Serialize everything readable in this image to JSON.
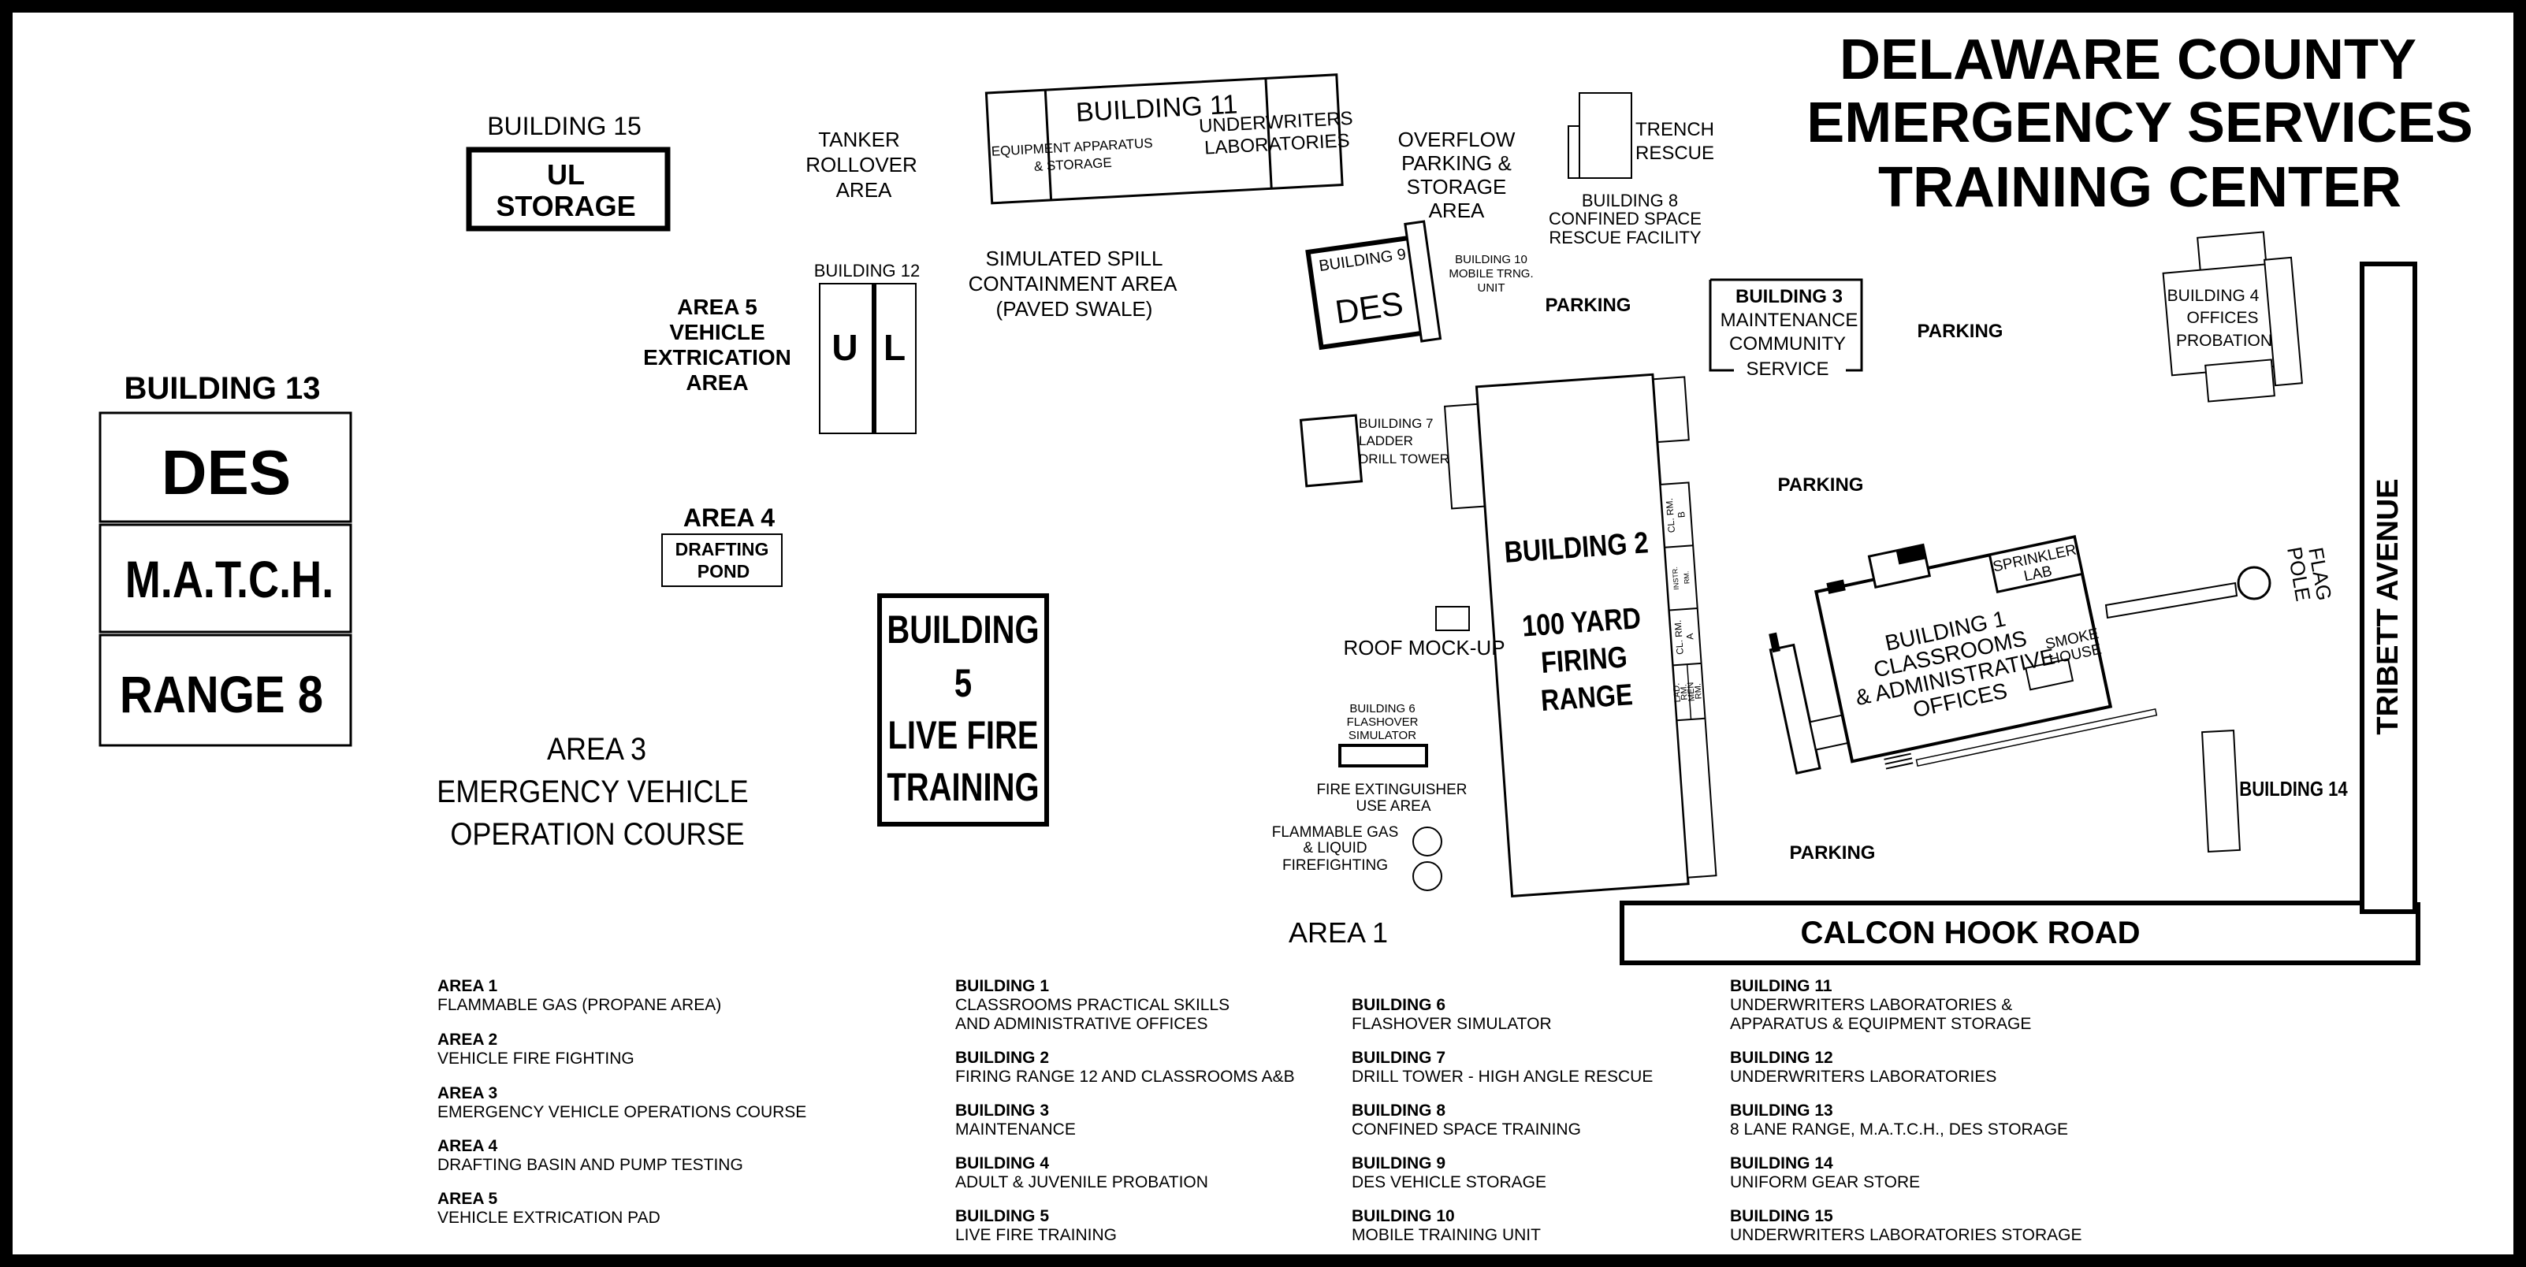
{
  "title": [
    "DELAWARE COUNTY",
    "EMERGENCY  SERVICES",
    "TRAINING CENTER"
  ],
  "roads": {
    "calcon": "CALCON HOOK ROAD",
    "tribett": "TRIBETT AVENUE"
  },
  "labels": {
    "b15_title": "BUILDING 15",
    "b15_box": [
      "UL",
      "STORAGE"
    ],
    "tanker": [
      "TANKER",
      "ROLLOVER",
      "AREA"
    ],
    "b11_title": "BUILDING 11",
    "b11_left": [
      "EQUIPMENT APPARATUS",
      "& STORAGE"
    ],
    "b11_right": [
      "UNDERWRITERS",
      "LABORATORIES"
    ],
    "overflow": [
      "OVERFLOW",
      "PARKING &",
      "STORAGE",
      "AREA"
    ],
    "trench": [
      "TRENCH",
      "RESCUE"
    ],
    "b8": [
      "BUILDING 8",
      "CONFINED SPACE",
      "RESCUE FACILITY"
    ],
    "b13_title": "BUILDING 13",
    "b13_cells": [
      "DES",
      "M.A.T.C.H.",
      "RANGE 8"
    ],
    "b12_title": "BUILDING 12",
    "b12_letters": [
      "U",
      "L"
    ],
    "spill": [
      "SIMULATED SPILL",
      "CONTAINMENT AREA",
      "(PAVED SWALE)"
    ],
    "b9_title": "BUILDING 9",
    "b9_des": "DES",
    "b10": [
      "BUILDING 10",
      "MOBILE TRNG.",
      "UNIT"
    ],
    "area5": [
      "AREA 5",
      "VEHICLE",
      "EXTRICATION",
      "AREA"
    ],
    "parking": "PARKING",
    "b3": [
      "BUILDING 3",
      "MAINTENANCE",
      "COMMUNITY",
      "SERVICE"
    ],
    "b4": [
      "BUILDING 4",
      "OFFICES",
      "PROBATION"
    ],
    "b7": [
      "BUILDING 7",
      "LADDER",
      "DRILL TOWER"
    ],
    "area4_title": "AREA 4",
    "area4_box": [
      "DRAFTING",
      "POND"
    ],
    "b5": [
      "BUILDING",
      "5",
      "LIVE FIRE",
      "TRAINING"
    ],
    "b2": [
      "BUILDING 2",
      "100 YARD",
      "FIRING",
      "RANGE"
    ],
    "cl_rm_b": [
      "CL. RM.",
      "B"
    ],
    "instr_rm": [
      "INSTR.",
      "RM."
    ],
    "cl_rm_a": [
      "CL. RM.",
      "A"
    ],
    "lad_rm": [
      "LAD.",
      "RM."
    ],
    "men_rm": [
      "MEN",
      "RM."
    ],
    "b1": [
      "BUILDING 1",
      "CLASSROOMS",
      "& ADMINISTRATIVE",
      "OFFICES"
    ],
    "sprinkler": [
      "SPRINKLER",
      "LAB"
    ],
    "smoke": [
      "SMOKE",
      "HOUSE"
    ],
    "flag": [
      "FLAG",
      "POLE"
    ],
    "roof": "ROOF MOCK-UP",
    "b6": [
      "BUILDING 6",
      "FLASHOVER",
      "SIMULATOR"
    ],
    "extinguisher": [
      "FIRE EXTINGUISHER",
      "USE AREA"
    ],
    "flammable": [
      "FLAMMABLE GAS",
      "& LIQUID",
      "FIREFIGHTING"
    ],
    "area3": [
      "AREA 3",
      "EMERGENCY VEHICLE",
      "OPERATION COURSE"
    ],
    "area1": "AREA 1",
    "b14": "BUILDING 14"
  },
  "legend": {
    "col1": [
      {
        "title": "AREA 1",
        "desc": [
          "FLAMMABLE GAS (PROPANE AREA)"
        ]
      },
      {
        "title": "AREA 2",
        "desc": [
          "VEHICLE FIRE FIGHTING"
        ]
      },
      {
        "title": "AREA 3",
        "desc": [
          "EMERGENCY VEHICLE OPERATIONS COURSE"
        ]
      },
      {
        "title": "AREA 4",
        "desc": [
          "DRAFTING BASIN AND PUMP TESTING"
        ]
      },
      {
        "title": "AREA 5",
        "desc": [
          "VEHICLE EXTRICATION PAD"
        ]
      }
    ],
    "col2": [
      {
        "title": "BUILDING 1",
        "desc": [
          "CLASSROOMS PRACTICAL SKILLS",
          "AND ADMINISTRATIVE OFFICES"
        ]
      },
      {
        "title": "BUILDING 2",
        "desc": [
          "FIRING RANGE 12 AND CLASSROOMS A&B"
        ]
      },
      {
        "title": "BUILDING 3",
        "desc": [
          "MAINTENANCE"
        ]
      },
      {
        "title": "BUILDING 4",
        "desc": [
          "ADULT & JUVENILE PROBATION"
        ]
      },
      {
        "title": "BUILDING 5",
        "desc": [
          "LIVE FIRE TRAINING"
        ]
      }
    ],
    "col3": [
      {
        "title": "BUILDING 6",
        "desc": [
          "FLASHOVER SIMULATOR"
        ]
      },
      {
        "title": "BUILDING 7",
        "desc": [
          "DRILL TOWER - HIGH ANGLE RESCUE"
        ]
      },
      {
        "title": "BUILDING 8",
        "desc": [
          "CONFINED SPACE TRAINING"
        ]
      },
      {
        "title": "BUILDING 9",
        "desc": [
          "DES VEHICLE STORAGE"
        ]
      },
      {
        "title": "BUILDING 10",
        "desc": [
          "MOBILE TRAINING UNIT"
        ]
      }
    ],
    "col4": [
      {
        "title": "BUILDING 11",
        "desc": [
          "UNDERWRITERS LABORATORIES &",
          "APPARATUS & EQUIPMENT STORAGE"
        ]
      },
      {
        "title": "BUILDING 12",
        "desc": [
          "UNDERWRITERS LABORATORIES"
        ]
      },
      {
        "title": "BUILDING 13",
        "desc": [
          "8 LANE RANGE, M.A.T.C.H., DES STORAGE"
        ]
      },
      {
        "title": "BUILDING 14",
        "desc": [
          "UNIFORM GEAR STORE"
        ]
      },
      {
        "title": "BUILDING 15",
        "desc": [
          "UNDERWRITERS LABORATORIES STORAGE"
        ]
      }
    ]
  }
}
